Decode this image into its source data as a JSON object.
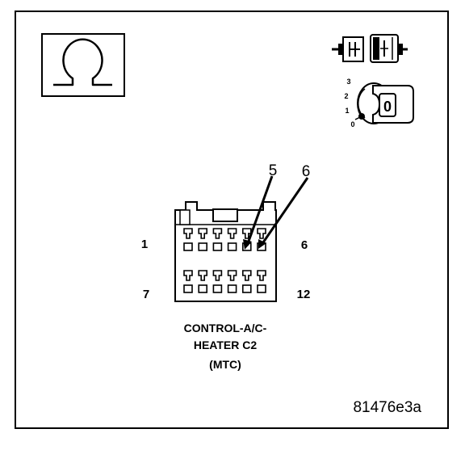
{
  "figure_id": "81476e3a",
  "connector": {
    "title_lines": [
      "CONTROL-A/C-",
      "HEATER C2",
      "(MTC)"
    ],
    "pin_labels": {
      "top_left": "1",
      "top_right": "6",
      "bottom_left": "7",
      "bottom_right": "12"
    },
    "callouts": [
      "5",
      "6"
    ]
  },
  "ignition_key": {
    "positions": [
      "3",
      "2",
      "1",
      "0"
    ],
    "key_label": "0"
  },
  "icons": {
    "meter": "ohm-symbol-icon",
    "disconnect": "connector-disconnected-icon",
    "ignition": "ignition-key-icon"
  },
  "colors": {
    "ink": "#000000",
    "paper": "#ffffff"
  }
}
